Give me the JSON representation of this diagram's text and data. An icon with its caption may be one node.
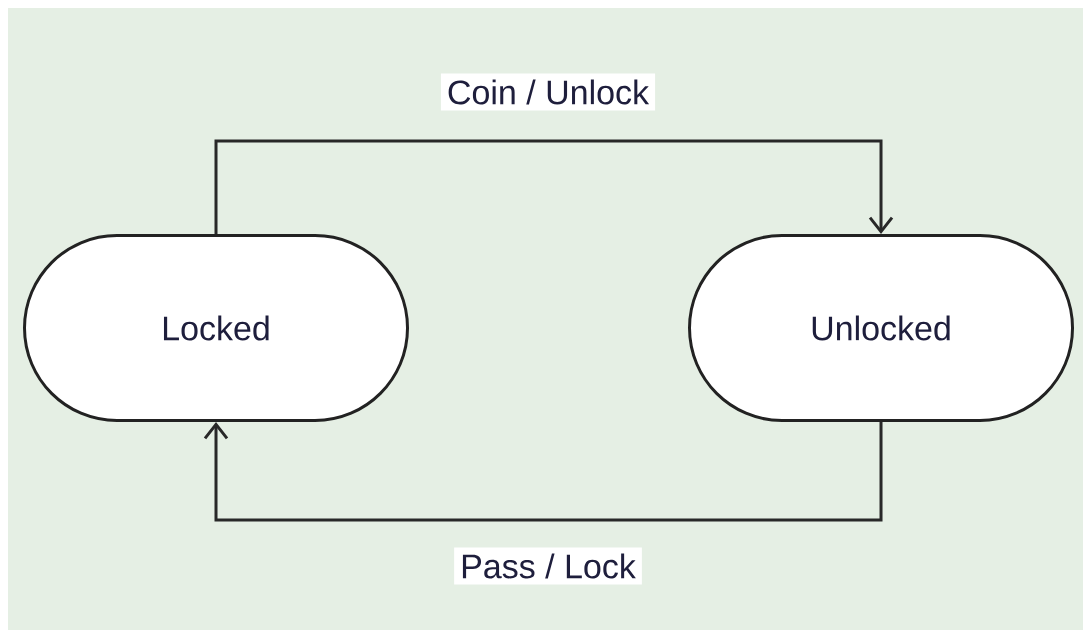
{
  "diagram": {
    "nodes": [
      {
        "text": [
          "Locked"
        ]
      },
      {
        "text": [
          "Unlocked"
        ]
      }
    ],
    "edges": [
      {
        "from": 0,
        "to": 1,
        "arrow": "to",
        "label": "Coin / Unlock"
      },
      {
        "from": 1,
        "to": 0,
        "arrow": "to",
        "label": "Pass / Lock"
      }
    ]
  }
}
